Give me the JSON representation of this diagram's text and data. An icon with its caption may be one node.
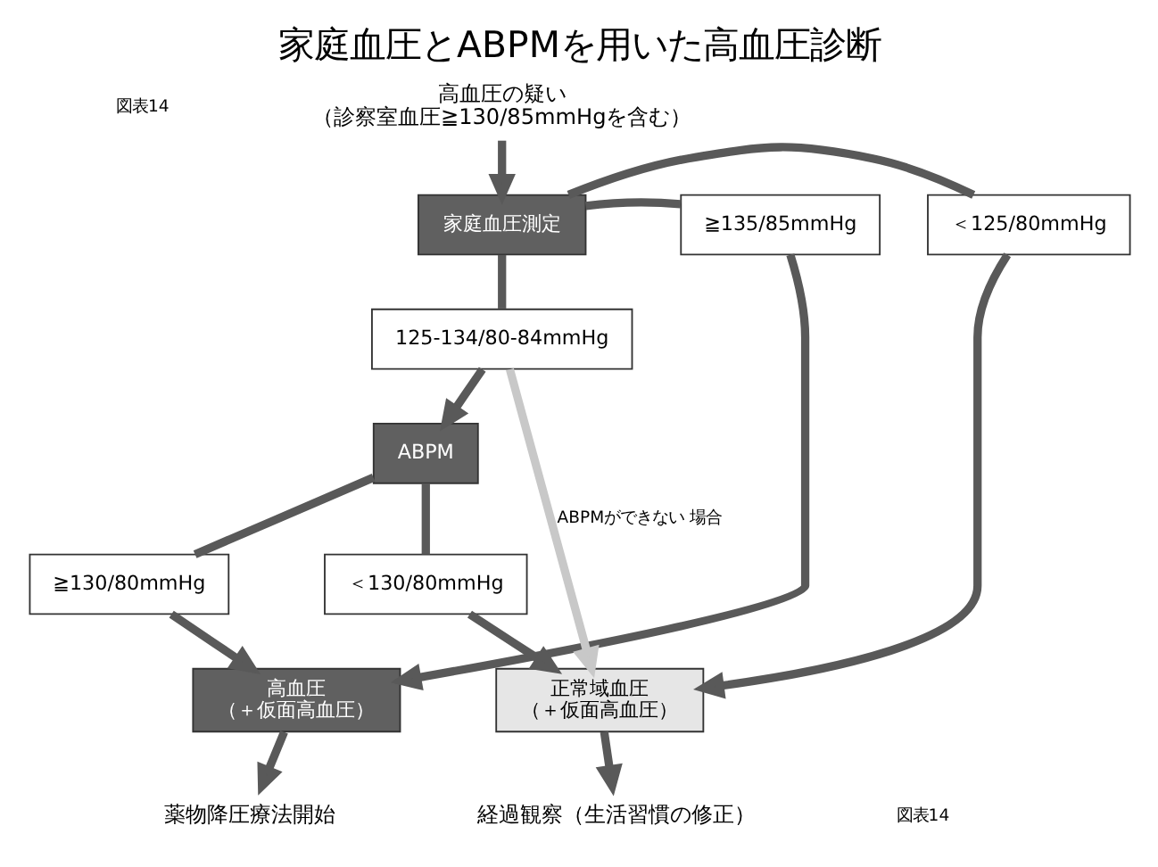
{
  "diagram": {
    "title": "家庭血圧とABPMを用いた高血圧診断",
    "nodes": [
      {
        "text": [
          "高血圧の疑い",
          "（診察室血圧≧130/85mmHgを含む）"
        ]
      },
      {
        "text": [
          "家庭血圧測定"
        ]
      },
      {
        "text": [
          "≧135/85mmHg"
        ]
      },
      {
        "text": [
          "＜125/80mmHg"
        ]
      },
      {
        "text": [
          "125-134/80-84mmHg"
        ]
      },
      {
        "text": [
          "ABPM"
        ]
      },
      {
        "text": [
          "≧130/80mmHg"
        ]
      },
      {
        "text": [
          "＜130/80mmHg"
        ]
      },
      {
        "text": [
          "高血圧",
          "（＋仮面高血圧）"
        ]
      },
      {
        "text": [
          "正常域血圧",
          "（＋仮面高血圧）"
        ]
      },
      {
        "text": [
          "薬物降圧療法開始"
        ]
      },
      {
        "text": [
          "経過観察（生活習慣の修正）"
        ]
      }
    ],
    "edges": [
      {
        "from": 0,
        "to": 1,
        "arrow": "to"
      },
      {
        "from": 1,
        "to": 2,
        "arrow": "none"
      },
      {
        "from": 1,
        "to": 3,
        "arrow": "none"
      },
      {
        "from": 1,
        "to": 4,
        "arrow": "none"
      },
      {
        "from": 2,
        "to": 8,
        "arrow": "to"
      },
      {
        "from": 4,
        "to": 5,
        "arrow": "to"
      },
      {
        "from": 4,
        "to": 9,
        "arrow": "to",
        "color": "#c8c8c8",
        "label": "ABPMができない 場合"
      },
      {
        "from": 3,
        "to": 9,
        "arrow": "to"
      },
      {
        "from": 5,
        "to": 6,
        "arrow": "none"
      },
      {
        "from": 5,
        "to": 7,
        "arrow": "none"
      },
      {
        "from": 6,
        "to": 8,
        "arrow": "to"
      },
      {
        "from": 7,
        "to": 9,
        "arrow": "to"
      },
      {
        "from": 8,
        "to": 10,
        "arrow": "to"
      },
      {
        "from": 9,
        "to": 11,
        "arrow": "to"
      }
    ],
    "labels": [
      "図表14",
      "図表14"
    ]
  }
}
